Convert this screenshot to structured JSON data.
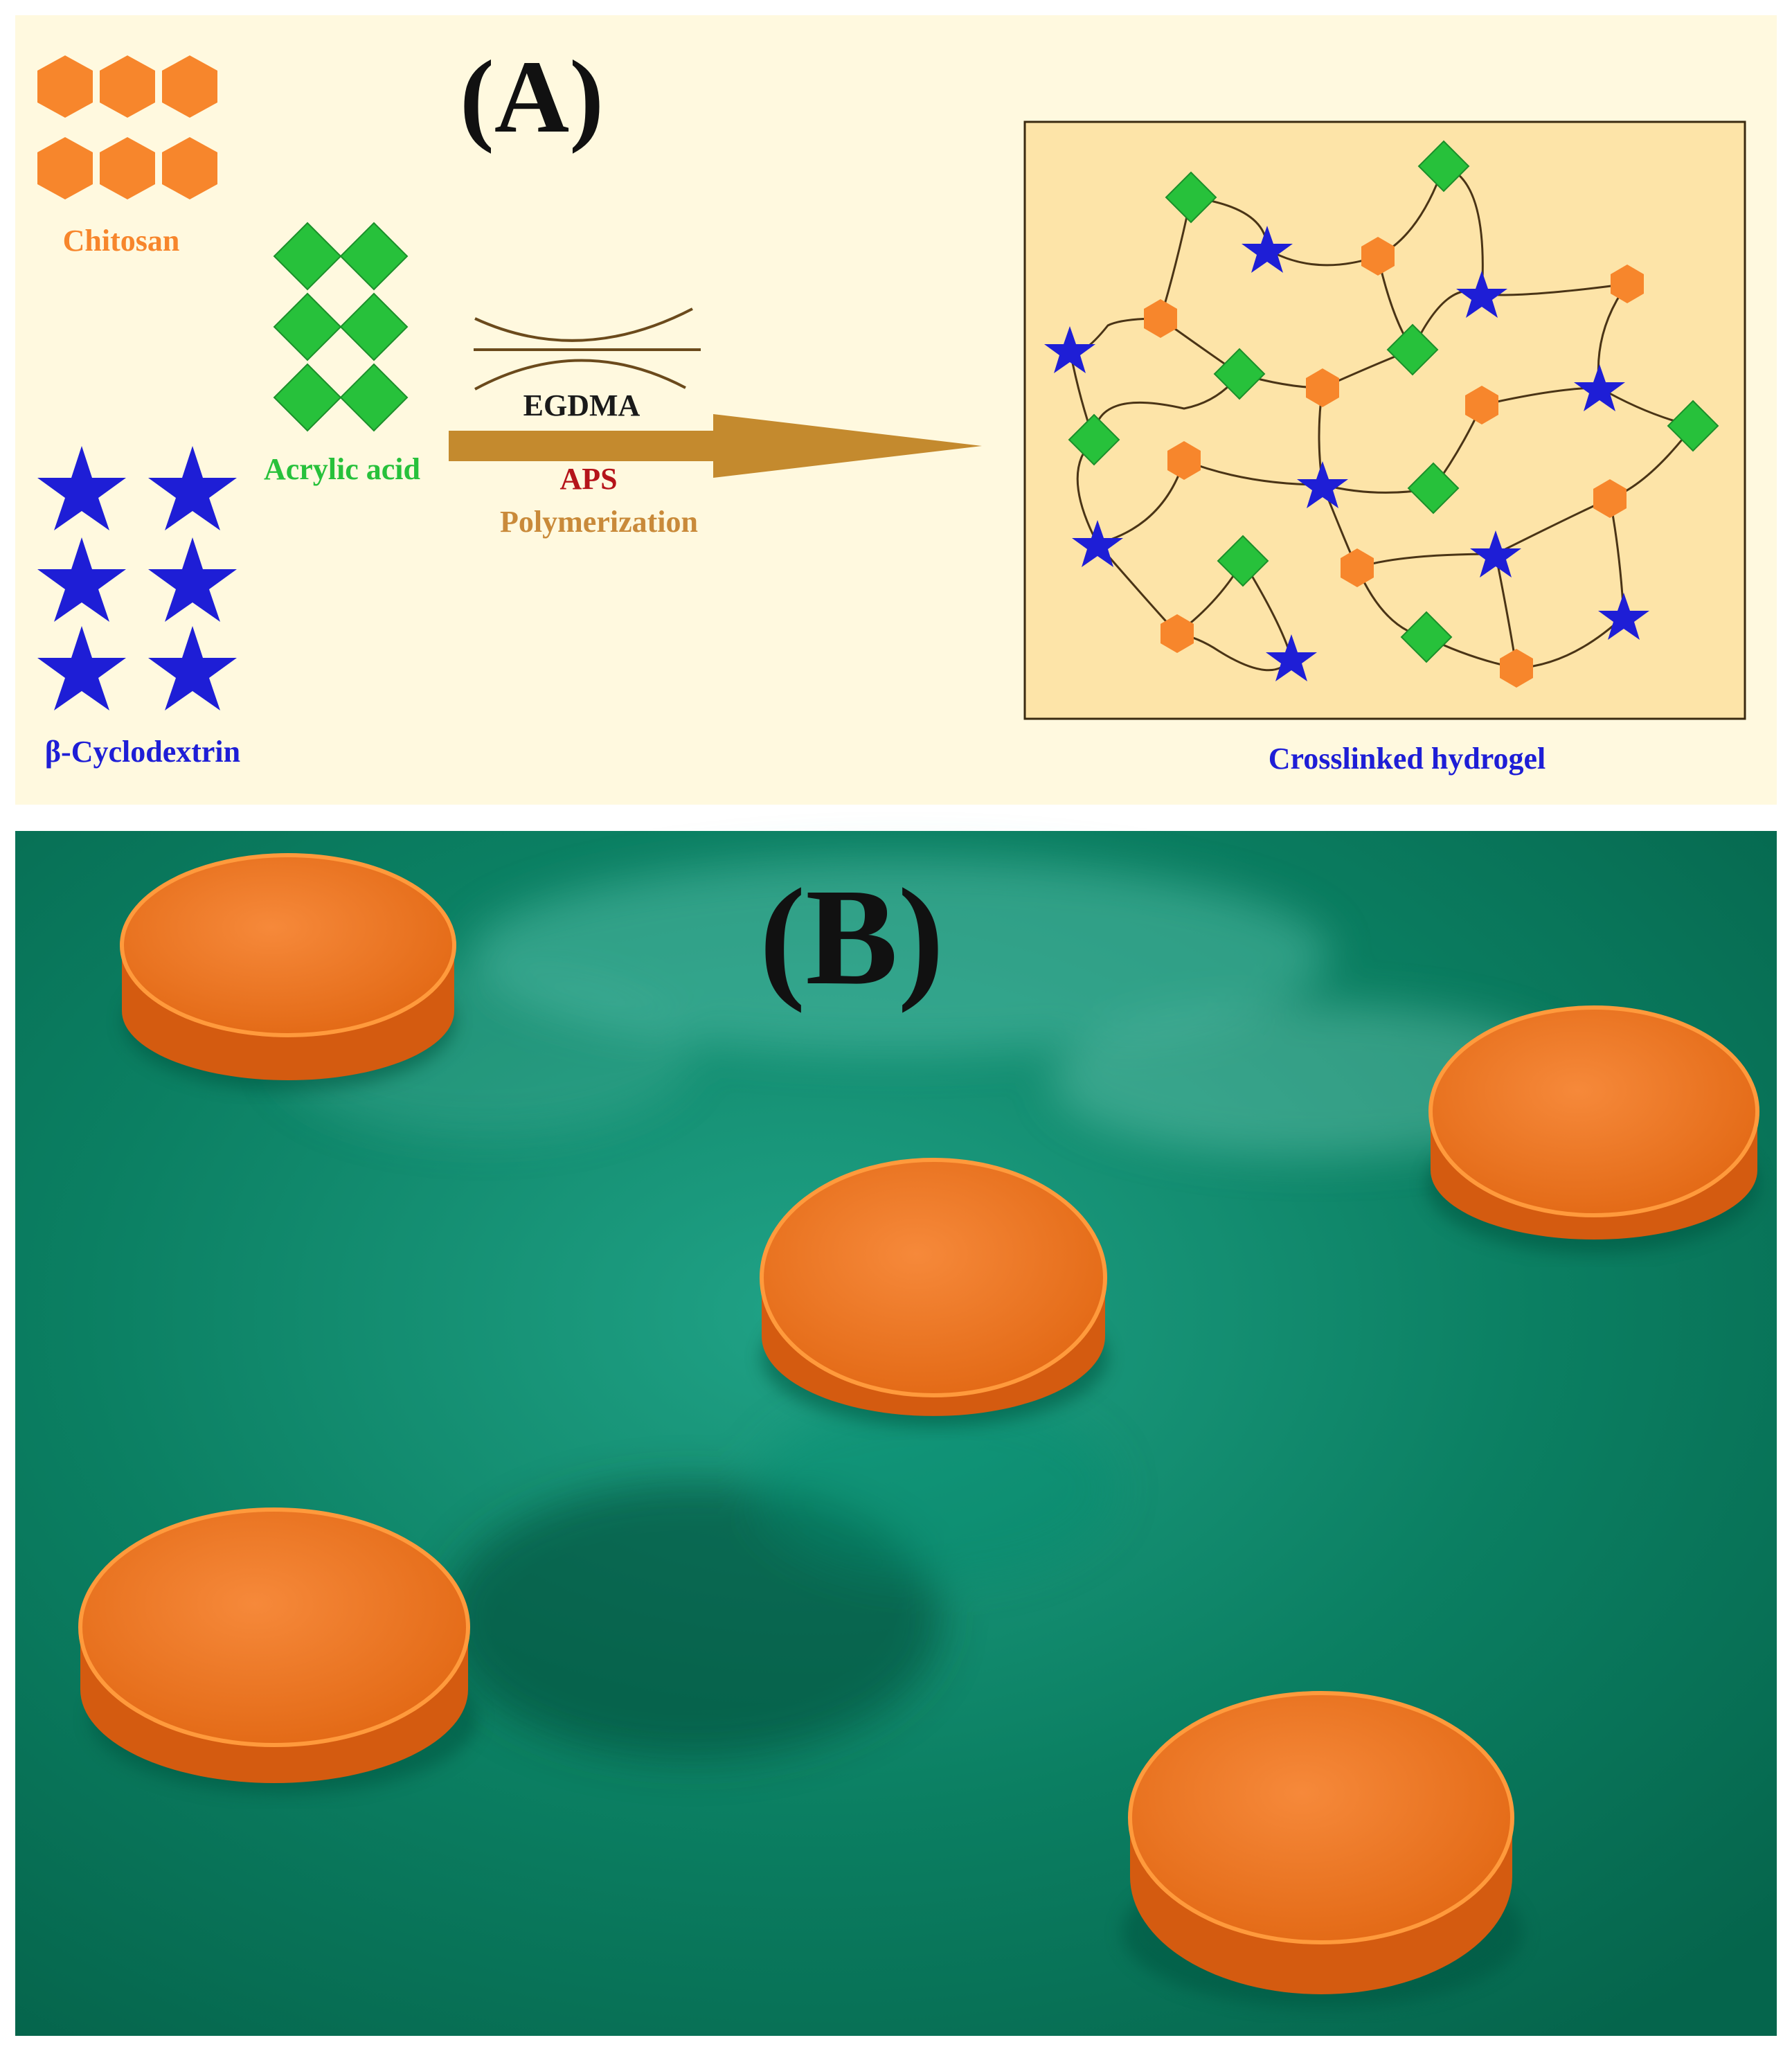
{
  "panel_a": {
    "label": "(A)",
    "chitosan_label": "Chitosan",
    "acrylic_acid_label": "Acrylic acid",
    "cyclodextrin_label": "β-Cyclodextrin",
    "crosslinker_label": "EGDMA",
    "initiator_label": "APS",
    "process_label": "Polymerization",
    "product_label": "Crosslinked hydrogel",
    "colors": {
      "background": "#fff9df",
      "hydrogel_box": "#fde4a8",
      "chitosan": "#f7862c",
      "acrylic_acid": "#27c13b",
      "cyclodextrin": "#1e1ed6",
      "arrow": "#c48a2e",
      "initiator_text": "#b5141a",
      "process_text": "#c98a3a",
      "chain": "#4a3416"
    },
    "icons": [
      "hexagon-icon",
      "diamond-icon",
      "star-icon",
      "crosslinker-icon",
      "arrow-icon"
    ]
  },
  "panel_b": {
    "label": "(B)",
    "colors": {
      "background": "#0d7c62",
      "disc": "#f0751e",
      "disc_edge": "#ff9a3c"
    },
    "object_name": "hydrogel-disc"
  }
}
